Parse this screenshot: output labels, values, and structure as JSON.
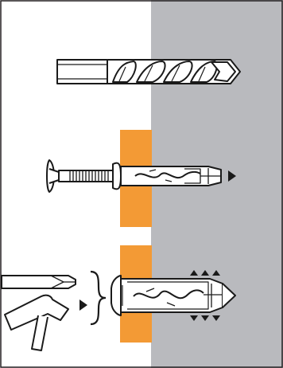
{
  "colors": {
    "wall": "#b9babe",
    "frame": "#231f20",
    "fixture_material": "#f39a35",
    "tool_fill": "#ffffff",
    "stroke": "#1a1a1a"
  },
  "steps": [
    {
      "id": "drill",
      "icon": "masonry-drill-bit-icon"
    },
    {
      "id": "insert",
      "icon": "hammer-fixing-screw-anchor-icon",
      "direction": "arrow-right"
    },
    {
      "id": "fix",
      "icon": "hammer-and-screwdriver-icon",
      "direction": "expansion-arrows-up-down"
    }
  ]
}
